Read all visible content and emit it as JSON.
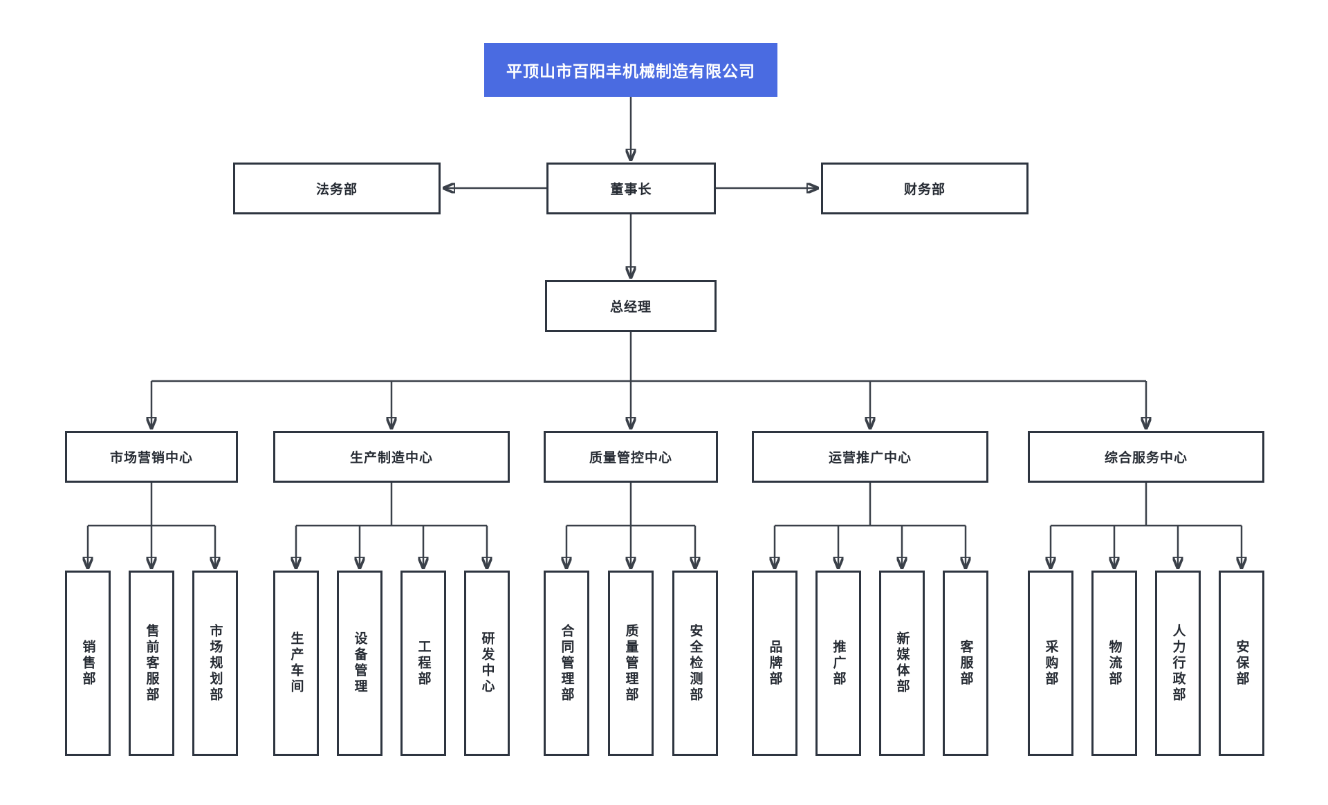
{
  "colors": {
    "root_fill": "#4a6be1",
    "root_text": "#ffffff",
    "box_border": "#2e3540",
    "box_text": "#262b33",
    "connector": "#3a4049",
    "background": "#ffffff"
  },
  "root": {
    "label": "平顶山市百阳丰机械制造有限公司"
  },
  "executives": {
    "legal": {
      "label": "法务部"
    },
    "chairman": {
      "label": "董事长"
    },
    "finance": {
      "label": "财务部"
    },
    "general_manager": {
      "label": "总经理"
    }
  },
  "divisions": [
    {
      "label": "市场营销中心",
      "departments": [
        "销售部",
        "售前客服部",
        "市场规划部"
      ]
    },
    {
      "label": "生产制造中心",
      "departments": [
        "生产车间",
        "设备管理",
        "工程部",
        "研发中心"
      ]
    },
    {
      "label": "质量管控中心",
      "departments": [
        "合同管理部",
        "质量管理部",
        "安全检测部"
      ]
    },
    {
      "label": "运营推广中心",
      "departments": [
        "品牌部",
        "推广部",
        "新媒体部",
        "客服部"
      ]
    },
    {
      "label": "综合服务中心",
      "departments": [
        "采购部",
        "物流部",
        "人力行政部",
        "安保部"
      ]
    }
  ]
}
